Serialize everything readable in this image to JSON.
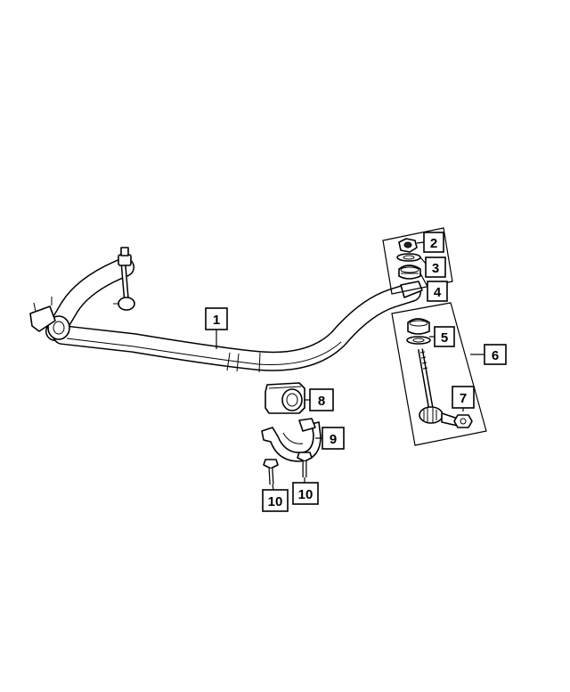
{
  "callouts": {
    "c1": "1",
    "c2": "2",
    "c3": "3",
    "c4": "4",
    "c5": "5",
    "c6": "6",
    "c7": "7",
    "c8": "8",
    "c9": "9",
    "c10a": "10",
    "c10b": "10"
  }
}
